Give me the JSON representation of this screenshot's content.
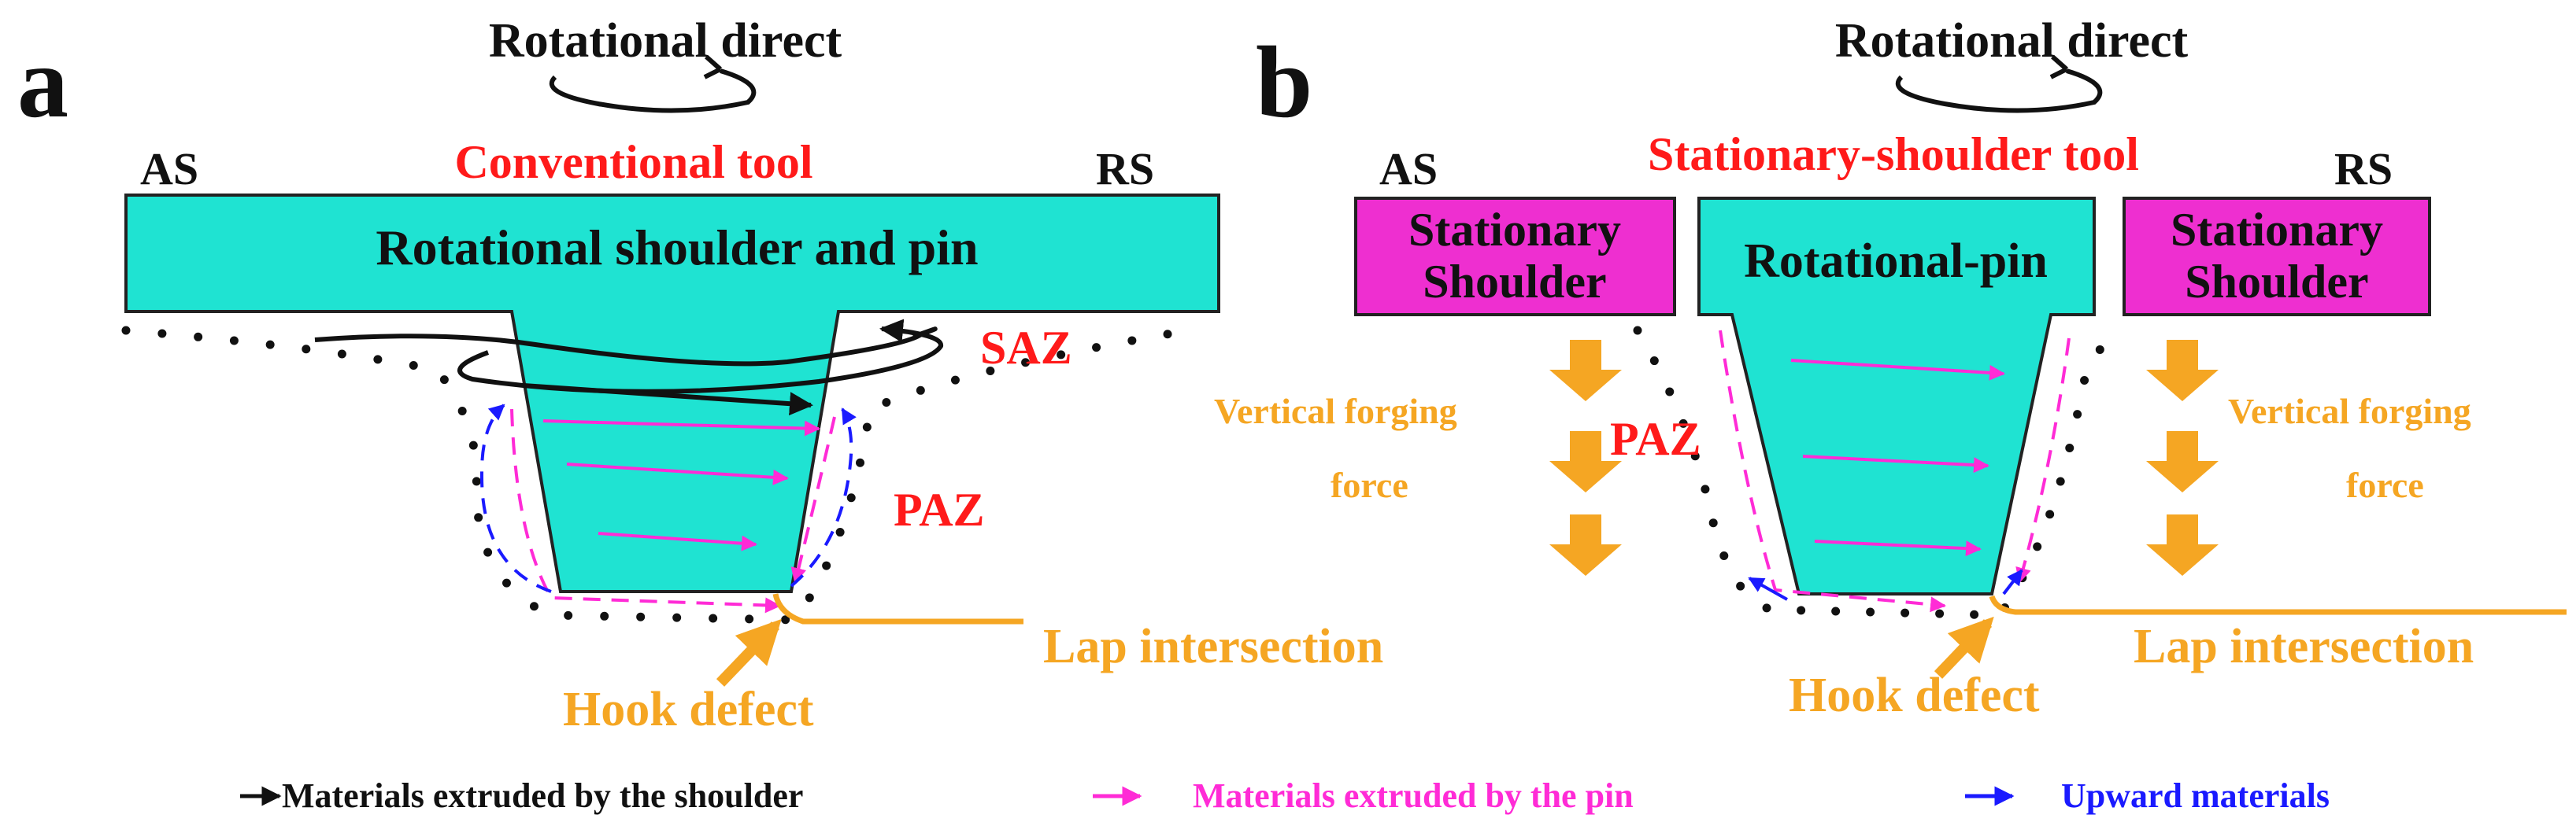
{
  "colors": {
    "cyan": "#1fe3d2",
    "magenta": "#ee2fd0",
    "orange": "#f5a623",
    "red": "#ff1a1a",
    "black": "#111111",
    "pink": "#ff2bd6",
    "blue": "#1a1aff"
  },
  "panel_a": {
    "letter": "a",
    "rotational_direction": "Rotational direct",
    "tool_title": "Conventional tool",
    "side_left": "AS",
    "side_right": "RS",
    "tool_label": "Rotational shoulder and pin",
    "saz_label": "SAZ",
    "paz_label": "PAZ",
    "lap_label": "Lap intersection",
    "hook_label": "Hook defect"
  },
  "panel_b": {
    "letter": "b",
    "rotational_direction": "Rotational direct",
    "tool_title": "Stationary-shoulder tool",
    "side_left": "AS",
    "side_right": "RS",
    "left_shoulder_line1": "Stationary",
    "left_shoulder_line2": "Shoulder",
    "pin_label": "Rotational-pin",
    "right_shoulder_line1": "Stationary",
    "right_shoulder_line2": "Shoulder",
    "paz_label": "PAZ",
    "left_force_line1": "Vertical forging",
    "left_force_line2": "force",
    "right_force_line1": "Vertical forging",
    "right_force_line2": "force",
    "lap_label": "Lap intersection",
    "hook_label": "Hook defect"
  },
  "legend": {
    "shoulder_label": "Materials extruded by the shoulder",
    "pin_label": "Materials extruded by the pin",
    "upward_label": "Upward materials"
  },
  "icons": [
    "rotation-arrow-icon",
    "flow-arrow-icon",
    "force-arrow-icon"
  ]
}
